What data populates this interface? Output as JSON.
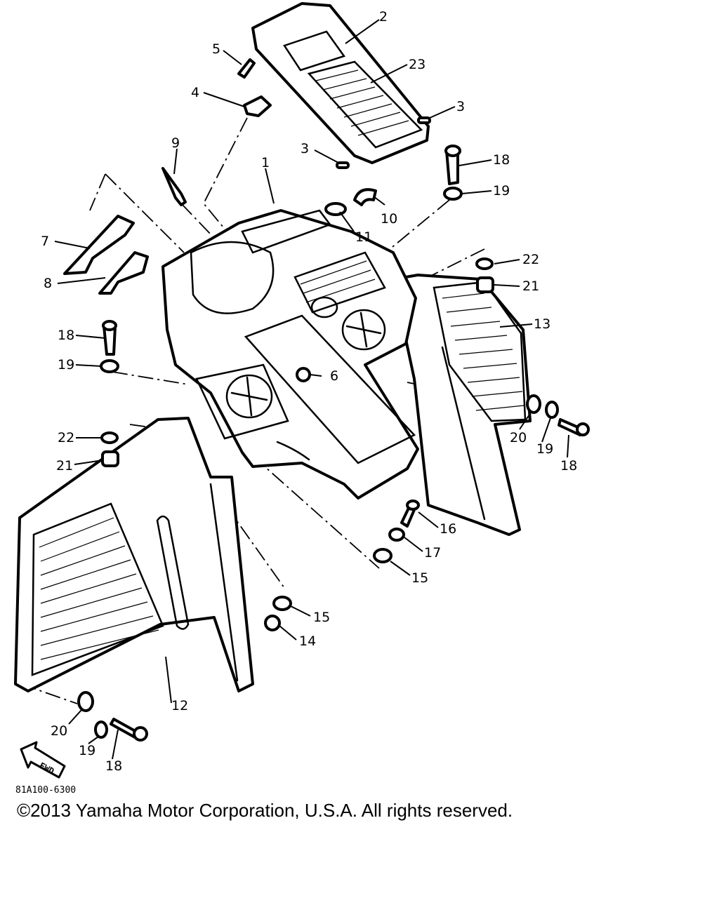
{
  "callouts": [
    {
      "n": "1"
    },
    {
      "n": "2"
    },
    {
      "n": "3"
    },
    {
      "n": "3"
    },
    {
      "n": "4"
    },
    {
      "n": "5"
    },
    {
      "n": "6"
    },
    {
      "n": "7"
    },
    {
      "n": "8"
    },
    {
      "n": "9"
    },
    {
      "n": "10"
    },
    {
      "n": "11"
    },
    {
      "n": "12"
    },
    {
      "n": "13"
    },
    {
      "n": "14"
    },
    {
      "n": "15"
    },
    {
      "n": "15"
    },
    {
      "n": "16"
    },
    {
      "n": "17"
    },
    {
      "n": "18"
    },
    {
      "n": "18"
    },
    {
      "n": "18"
    },
    {
      "n": "18"
    },
    {
      "n": "19"
    },
    {
      "n": "19"
    },
    {
      "n": "19"
    },
    {
      "n": "19"
    },
    {
      "n": "20"
    },
    {
      "n": "20"
    },
    {
      "n": "21"
    },
    {
      "n": "21"
    },
    {
      "n": "22"
    },
    {
      "n": "22"
    },
    {
      "n": "23"
    }
  ],
  "fwd_label": "FWD",
  "drawing_code": "81A100-6300",
  "copyright": "©2013 Yamaha Motor Corporation, U.S.A. All rights reserved."
}
